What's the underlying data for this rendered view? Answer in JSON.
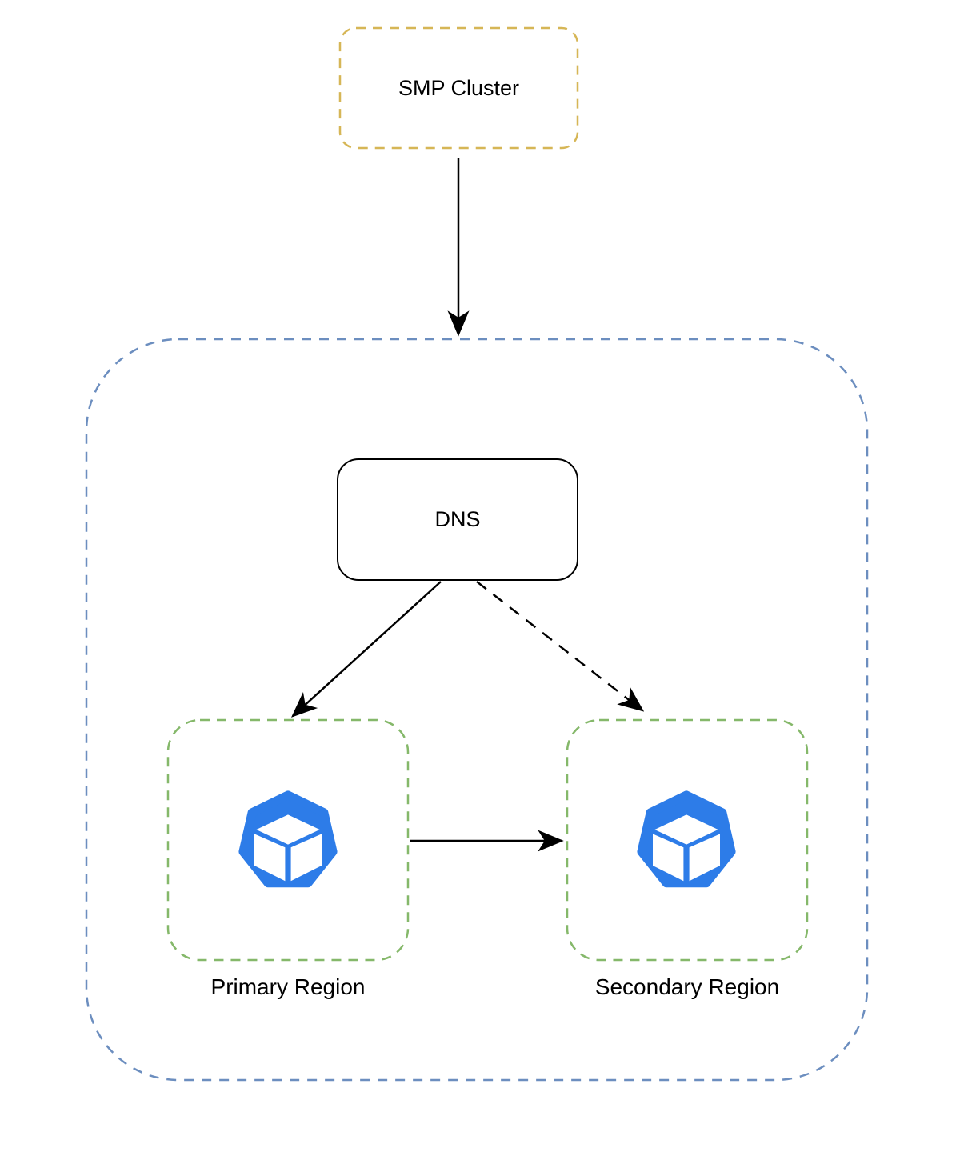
{
  "nodes": {
    "smp_cluster": {
      "label": "SMP Cluster"
    },
    "dns": {
      "label": "DNS"
    },
    "primary_region": {
      "label": "Primary Region",
      "icon": "kubernetes-cluster-icon"
    },
    "secondary_region": {
      "label": "Secondary Region",
      "icon": "kubernetes-cluster-icon"
    }
  },
  "edges": [
    {
      "from": "smp_cluster",
      "to": "regions_container",
      "style": "solid"
    },
    {
      "from": "dns",
      "to": "primary_region",
      "style": "solid"
    },
    {
      "from": "dns",
      "to": "secondary_region",
      "style": "dashed"
    },
    {
      "from": "primary_region",
      "to": "secondary_region",
      "style": "solid"
    }
  ],
  "colors": {
    "smp_cluster_border": "#D6B656",
    "container_border": "#6C8EBF",
    "region_border": "#85B86A",
    "icon_blue": "#2D7CE8",
    "arrow": "#000000",
    "text": "#000000",
    "background": "#FFFFFF"
  }
}
